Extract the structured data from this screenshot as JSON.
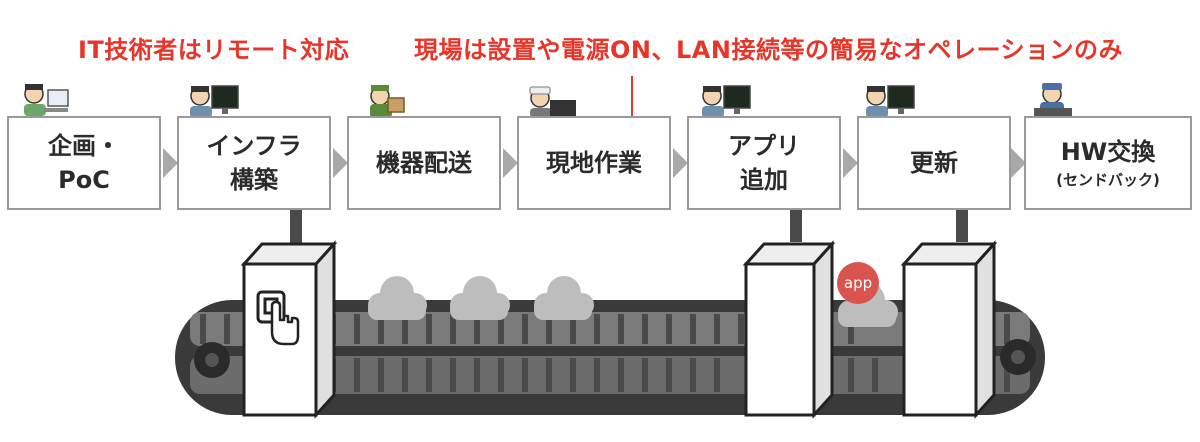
{
  "callouts": {
    "left": "IT技術者はリモート対応",
    "right": "現場は設置や電源ON、LAN接続等の簡易なオペレーションのみ"
  },
  "stages": [
    {
      "line1": "企画・",
      "line2": "PoC"
    },
    {
      "line1": "インフラ",
      "line2": "構築"
    },
    {
      "line1": "機器配送"
    },
    {
      "line1": "現地作業"
    },
    {
      "line1": "アプリ",
      "line2": "追加"
    },
    {
      "line1": "更新"
    },
    {
      "line1": "HW交換",
      "sub": "(センドバック)"
    }
  ],
  "app_badge": "app",
  "colors": {
    "accent": "#e8352a",
    "box_border": "#9a9a9a",
    "arrow": "#a9a9a9",
    "badge": "#d9534f"
  },
  "icons": [
    "person-laptop-icon",
    "engineer-monitor-icon",
    "delivery-person-icon",
    "field-worker-icon",
    "engineer-monitor-icon",
    "engineer-monitor-icon",
    "mechanic-icon",
    "touch-device-icon",
    "cloud-icon"
  ]
}
